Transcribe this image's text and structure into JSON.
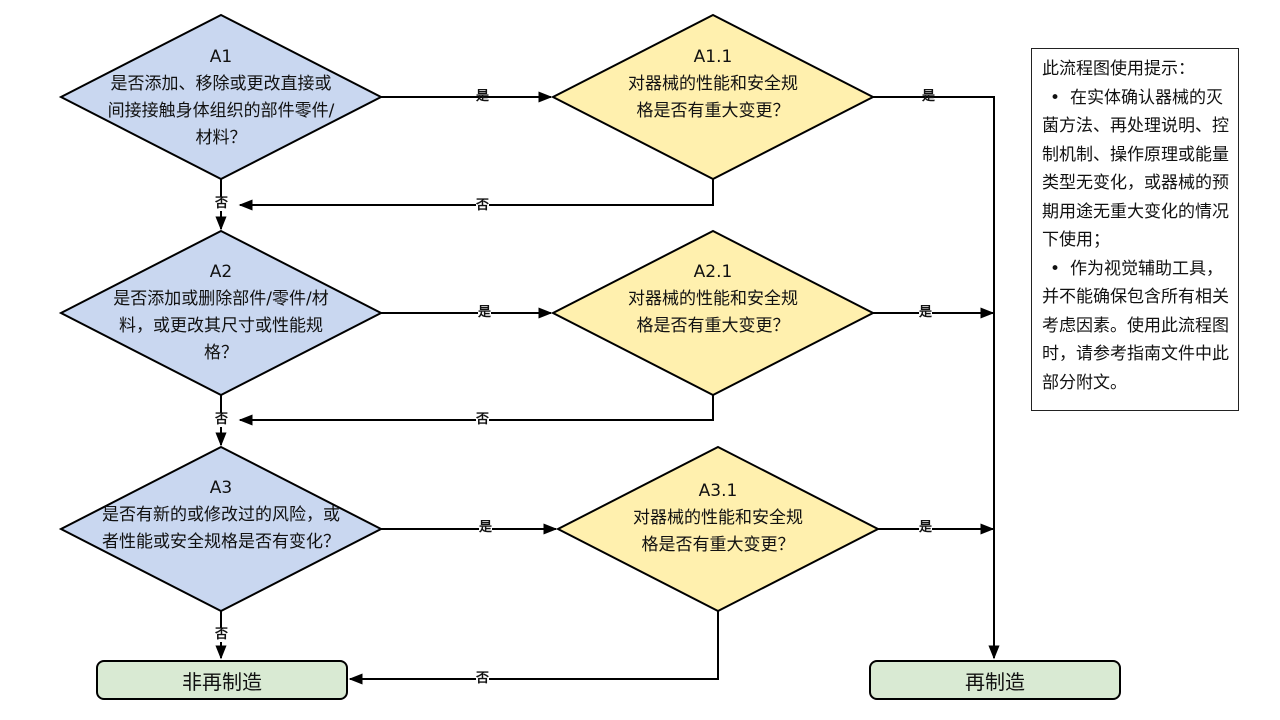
{
  "nodes": {
    "a1": {
      "code": "A1",
      "text": "是否添加、移除或更改直接或间接接触身体组织的部件零件/ 材料？"
    },
    "a11": {
      "code": "A1.1",
      "text": "对器械的性能和安全规格是否有重大变更？"
    },
    "a2": {
      "code": "A2",
      "text": "是否添加或删除部件/零件/材料，或更改其尺寸或性能规格？"
    },
    "a21": {
      "code": "A2.1",
      "text": "对器械的性能和安全规格是否有重大变更？"
    },
    "a3": {
      "code": "A3",
      "text": "是否有新的或修改过的风险，或者性能或安全规格是否有变化？"
    },
    "a31": {
      "code": "A3.1",
      "text": "对器械的性能和安全规格是否有重大变更？"
    }
  },
  "labels": {
    "yes": "是",
    "no": "否"
  },
  "outcomes": {
    "not_reman": "非再制造",
    "reman": "再制造"
  },
  "note": {
    "title": "此流程图使用提示：",
    "bullet_1": "在实体确认器械的灭菌方法、再处理说明、控制机制、操作原理或能量类型无变化，或器械的预期用途无重大变化的情况下使用；",
    "bullet_2": "作为视觉辅助工具，并不能确保包含所有相关考虑因素。使用此流程图时，请参考指南文件中此部分附文。",
    "bullet_symbol": "•"
  },
  "colors": {
    "question": "#c9d7f0",
    "detail": "#fff0ae",
    "outcome": "#d9ead3",
    "stroke": "#000000"
  }
}
